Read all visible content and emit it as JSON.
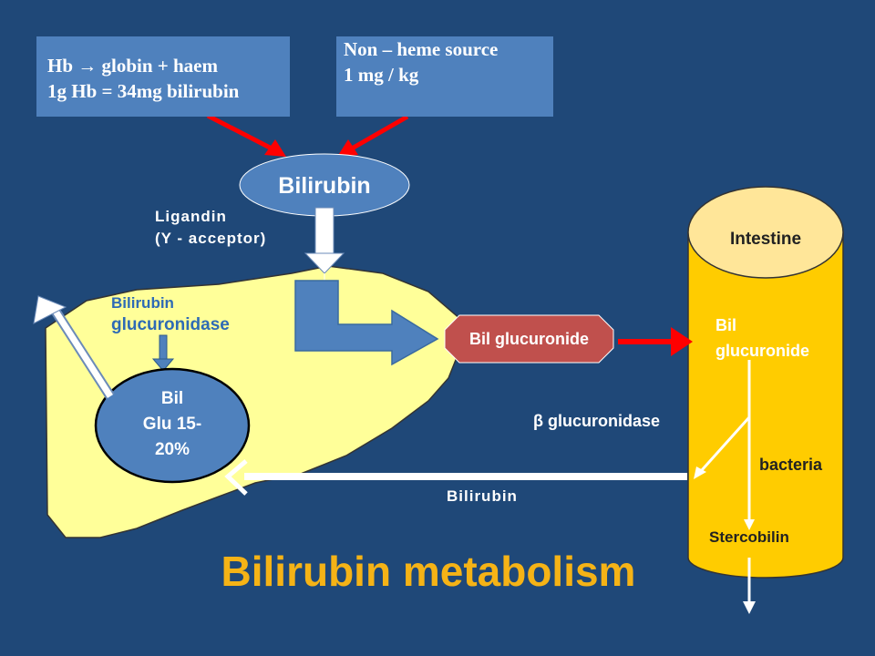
{
  "source_box_hb": {
    "line1": "Hb → globin + haem",
    "line2": "1g Hb = 34mg bilirubin"
  },
  "source_box_nonheme": {
    "line1": "Non – heme source",
    "line2": "1 mg / kg"
  },
  "bilirubin_node": "Bilirubin",
  "ligandin_label": {
    "line1": "Ligandin",
    "line2": "(Y - acceptor)"
  },
  "liver_enzyme_label": {
    "line1": "Bilirubin",
    "line2": "glucuronidase"
  },
  "bil_glu_node": {
    "line1": "Bil",
    "line2": "Glu 15-",
    "line3": "20%"
  },
  "bil_glucuronide_node": "Bil glucuronide",
  "intestine": {
    "title": "Intestine",
    "content_line1": "Bil",
    "content_line2": "glucuronide",
    "bacteria": "bacteria",
    "stercobilin": "Stercobilin"
  },
  "beta_glucuronidase_label": "β glucuronidase",
  "return_bilirubin_label": "Bilirubin",
  "title": "Bilirubin metabolism",
  "colors": {
    "background": "#1f4878",
    "box": "#4f81bd",
    "liver": "#ffff99",
    "intestine": "#ffcc00",
    "glucuronide_node": "#c0504d",
    "arrow_red": "#ff0000",
    "title": "#f5b316"
  }
}
